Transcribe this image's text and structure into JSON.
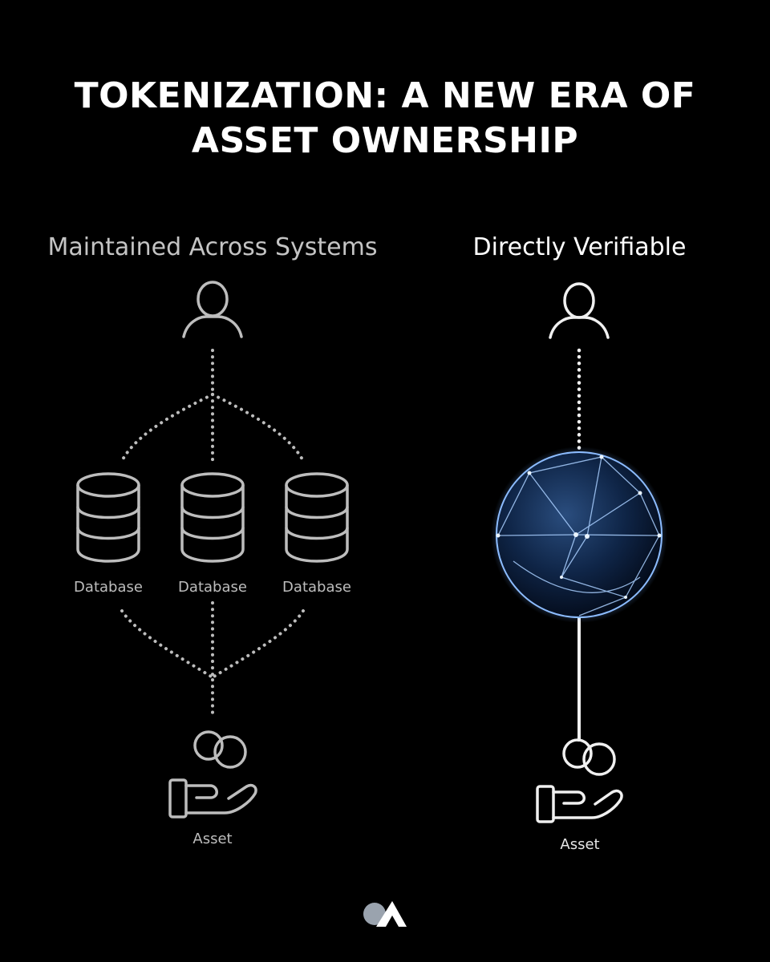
{
  "title": {
    "line1": "TOKENIZATION: A NEW ERA OF",
    "line2": "ASSET OWNERSHIP"
  },
  "left_column": {
    "heading": "Maintained Across Systems",
    "databases": [
      {
        "label": "Database",
        "icon": "database-icon"
      },
      {
        "label": "Database",
        "icon": "database-icon"
      },
      {
        "label": "Database",
        "icon": "database-icon"
      }
    ],
    "asset_label": "Asset",
    "top_icon": "user-icon",
    "bottom_icon": "hand-coins-icon"
  },
  "right_column": {
    "heading": "Directly Verifiable",
    "asset_label": "Asset",
    "top_icon": "user-icon",
    "center_icon": "network-sphere-icon",
    "bottom_icon": "hand-coins-icon"
  },
  "colors": {
    "background": "#000000",
    "left_stroke": "#bdbdbd",
    "right_stroke": "#f0f0f0",
    "sphere_glow": "#6fa8ff"
  },
  "brand_icon": "brand-logo-icon"
}
